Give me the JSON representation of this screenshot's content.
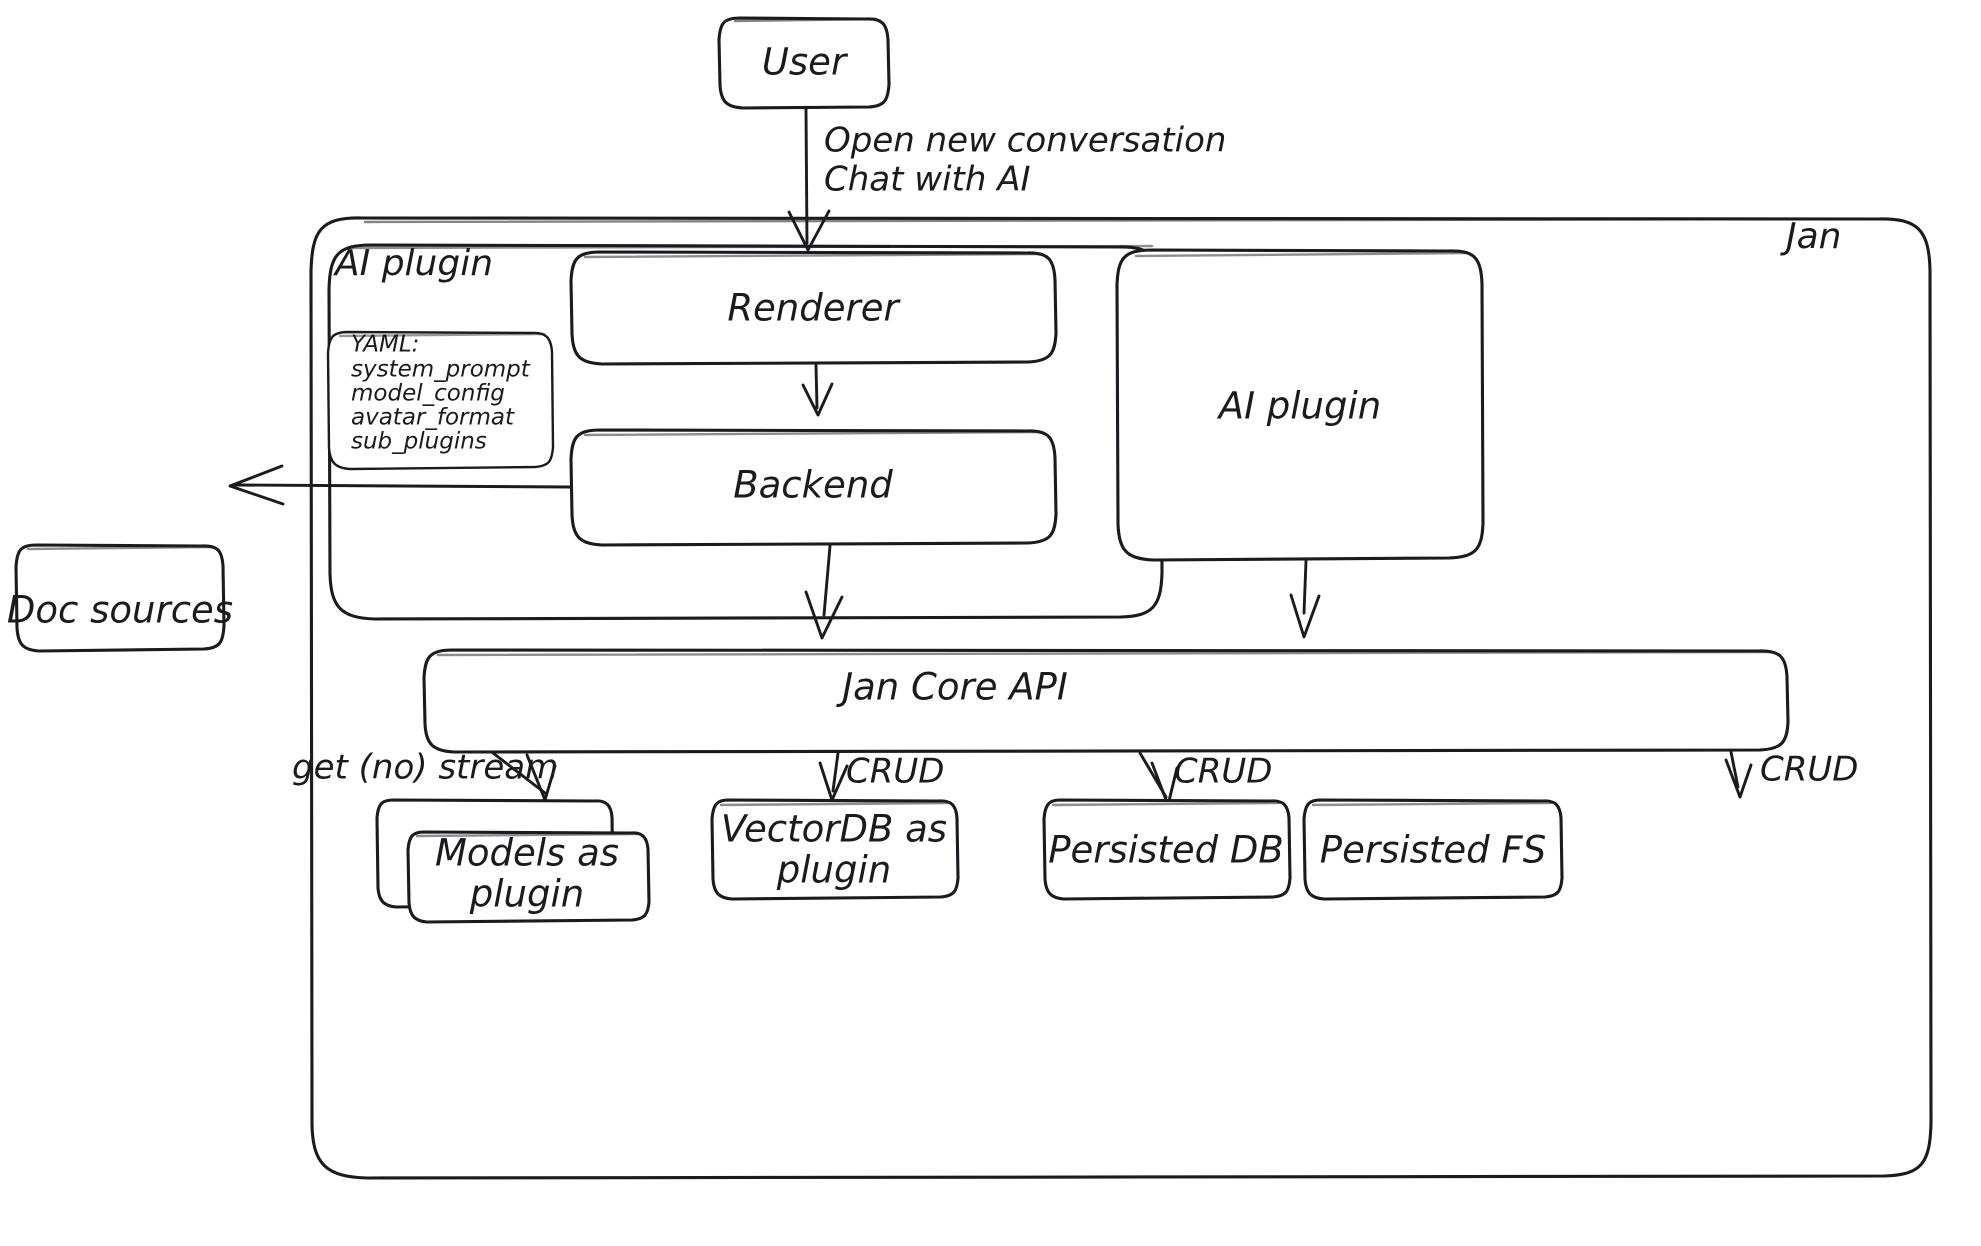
{
  "diagram": {
    "title": "Jan architecture flowchart",
    "style": "hand-drawn",
    "background_color": "#ffffff",
    "stroke_color": "#1b1b1f"
  },
  "containers": {
    "jan": {
      "label": "Jan"
    },
    "ai_plugin_group": {
      "label": "AI plugin"
    }
  },
  "nodes": {
    "user": {
      "label": "User"
    },
    "renderer": {
      "label": "Renderer"
    },
    "backend": {
      "label": "Backend"
    },
    "ai_plugin_right": {
      "label": "AI plugin"
    },
    "doc_sources": {
      "label": "Doc sources"
    },
    "jan_core_api": {
      "label": "Jan Core API"
    },
    "models_plugin": {
      "label_line1": "Models as",
      "label_line2": "plugin"
    },
    "vectordb_plugin": {
      "label_line1": "VectorDB as",
      "label_line2": "plugin"
    },
    "persisted_db": {
      "label": "Persisted DB"
    },
    "persisted_fs": {
      "label": "Persisted FS"
    }
  },
  "yaml_card": {
    "lines": [
      "YAML:",
      "system_prompt",
      "model_config",
      "avatar_format",
      "sub_plugins"
    ]
  },
  "edge_labels": {
    "user_to_renderer_line1": "Open new conversation",
    "user_to_renderer_line2": "Chat with AI",
    "core_to_models": "get (no) stream",
    "core_to_vectordb": "CRUD",
    "core_to_persisted_db": "CRUD",
    "core_to_persisted_fs": "CRUD"
  }
}
